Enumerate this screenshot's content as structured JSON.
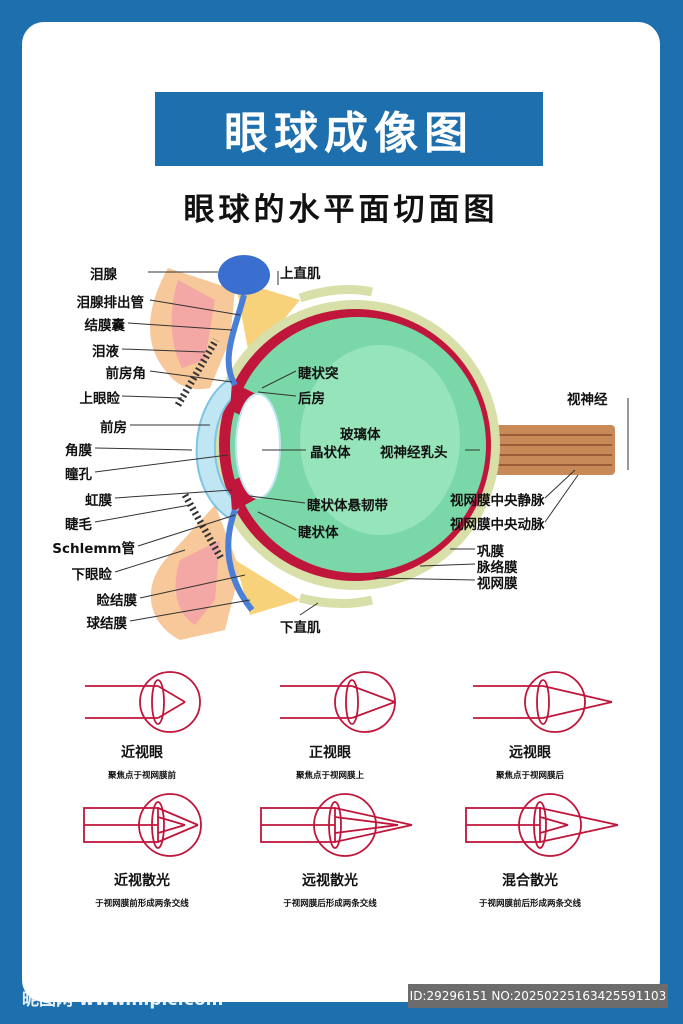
{
  "title": "眼球成像图",
  "subtitle": "眼球的水平面切面图",
  "colors": {
    "blue": "#1d6fae",
    "red": "#c0163c",
    "vitreous": "#7ad8a8",
    "sclera": "#d9dfa8",
    "tear": "#4a7fd8"
  },
  "labels_left": [
    "泪腺",
    "泪腺排出管",
    "结膜囊",
    "泪液",
    "前房角",
    "上眼睑",
    "前房",
    "角膜",
    "瞳孔",
    "虹膜",
    "睫毛",
    "Schlemm管",
    "下眼睑",
    "睑结膜",
    "球结膜"
  ],
  "labels_inner": [
    "睫状突",
    "后房",
    "玻璃体",
    "晶状体",
    "睫状体悬韧带",
    "睫状体"
  ],
  "labels_right": [
    "上直肌",
    "视神经",
    "视神经乳头",
    "视网膜中央静脉",
    "视网膜中央动脉",
    "巩膜",
    "脉络膜",
    "视网膜",
    "下直肌"
  ],
  "optics": [
    {
      "name": "近视眼",
      "desc": "聚焦点于视网膜前"
    },
    {
      "name": "正视眼",
      "desc": "聚焦点于视网膜上"
    },
    {
      "name": "远视眼",
      "desc": "聚焦点于视网膜后"
    },
    {
      "name": "近视散光",
      "desc": "于视网膜前形成两条交线"
    },
    {
      "name": "远视散光",
      "desc": "于视网膜后形成两条交线"
    },
    {
      "name": "混合散光",
      "desc": "于视网膜前后形成两条交线"
    }
  ],
  "watermark_left": "昵图网 www.nipic.com",
  "watermark_right": "ID:29296151 NO:20250225163425591103"
}
